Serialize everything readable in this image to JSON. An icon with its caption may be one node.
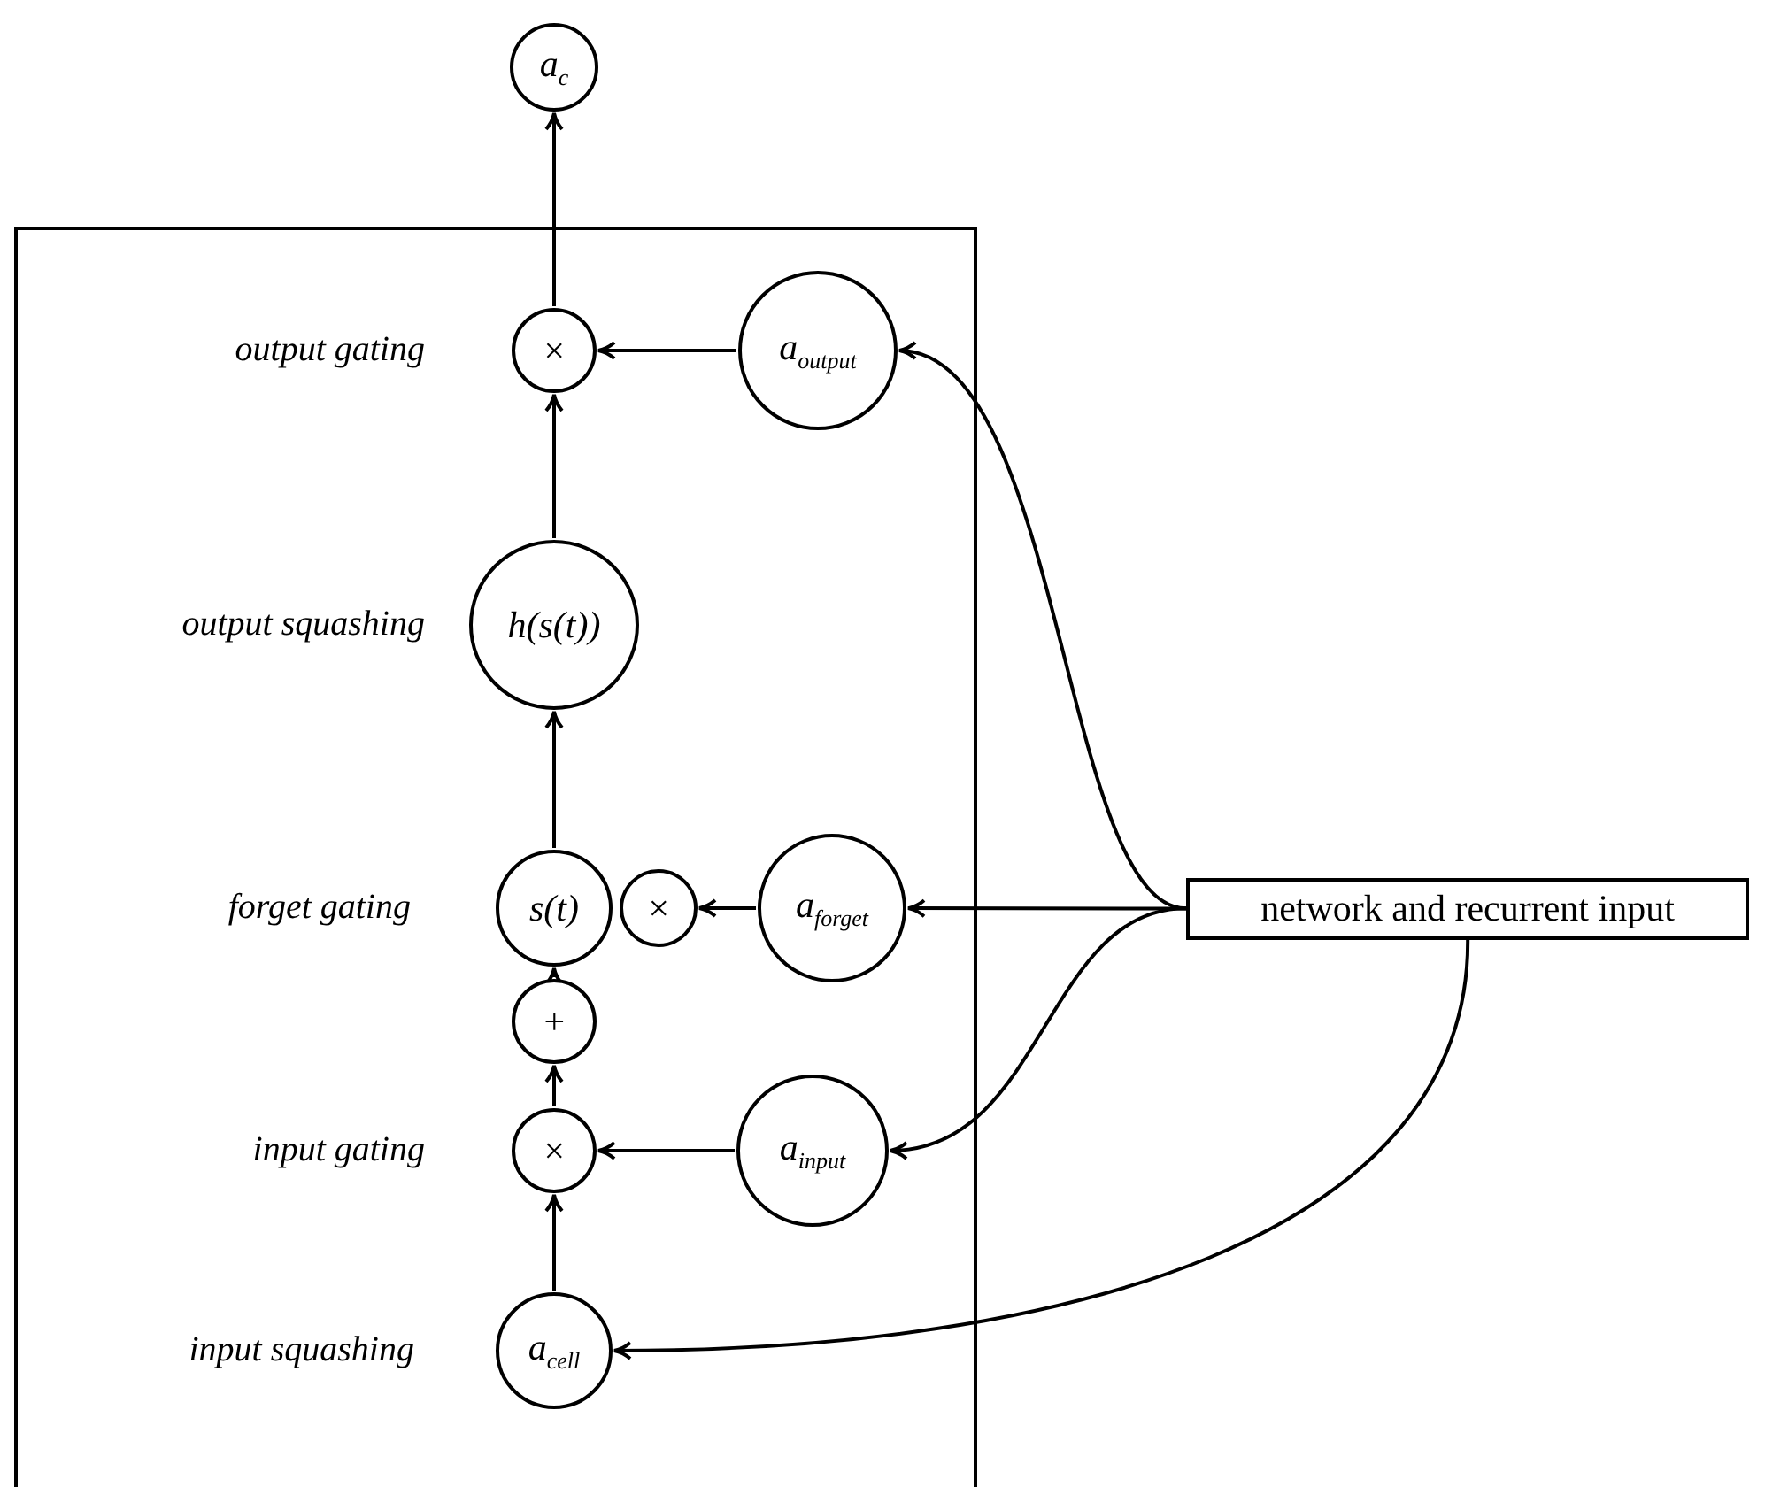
{
  "diagram": {
    "nodes": [
      {
        "text": [],
        "shape": "box"
      },
      {
        "text": [
          "a$_{c}$"
        ]
      },
      {
        "text": [
          "×"
        ],
        "in": 0
      },
      {
        "text": [
          "a$_{output}$"
        ],
        "in": 0
      },
      {
        "text": [
          "h(s(t))"
        ],
        "in": 0
      },
      {
        "text": [
          "s(t)"
        ],
        "in": 0
      },
      {
        "text": [
          "×"
        ],
        "in": 0
      },
      {
        "text": [
          "a$_{forget}$"
        ],
        "in": 0
      },
      {
        "text": [
          "+"
        ],
        "in": 0
      },
      {
        "text": [
          "×"
        ],
        "in": 0
      },
      {
        "text": [
          "a$_{input}$"
        ],
        "in": 0
      },
      {
        "text": [
          "a$_{cell}$"
        ],
        "in": 0
      },
      {
        "text": [
          "network and recurrent input"
        ]
      }
    ],
    "edges": [
      {
        "from": 2,
        "to": 1,
        "arrow": "to"
      },
      {
        "from": 3,
        "to": 2,
        "arrow": "to"
      },
      {
        "from": 4,
        "to": 2,
        "arrow": "to"
      },
      {
        "from": 5,
        "to": 4,
        "arrow": "to"
      },
      {
        "from": 7,
        "to": 6,
        "arrow": "to"
      },
      {
        "from": 8,
        "to": 5,
        "arrow": "to"
      },
      {
        "from": 9,
        "to": 8,
        "arrow": "to"
      },
      {
        "from": 10,
        "to": 9,
        "arrow": "to"
      },
      {
        "from": 11,
        "to": 9,
        "arrow": "to"
      },
      {
        "from": 12,
        "to": 3,
        "arrow": "to"
      },
      {
        "from": 12,
        "to": 7,
        "arrow": "to"
      },
      {
        "from": 12,
        "to": 10,
        "arrow": "to"
      },
      {
        "from": 12,
        "to": 11,
        "arrow": "to"
      }
    ],
    "labels": [
      "output gating",
      "output squashing",
      "forget gating",
      "input gating",
      "input squashing"
    ]
  }
}
